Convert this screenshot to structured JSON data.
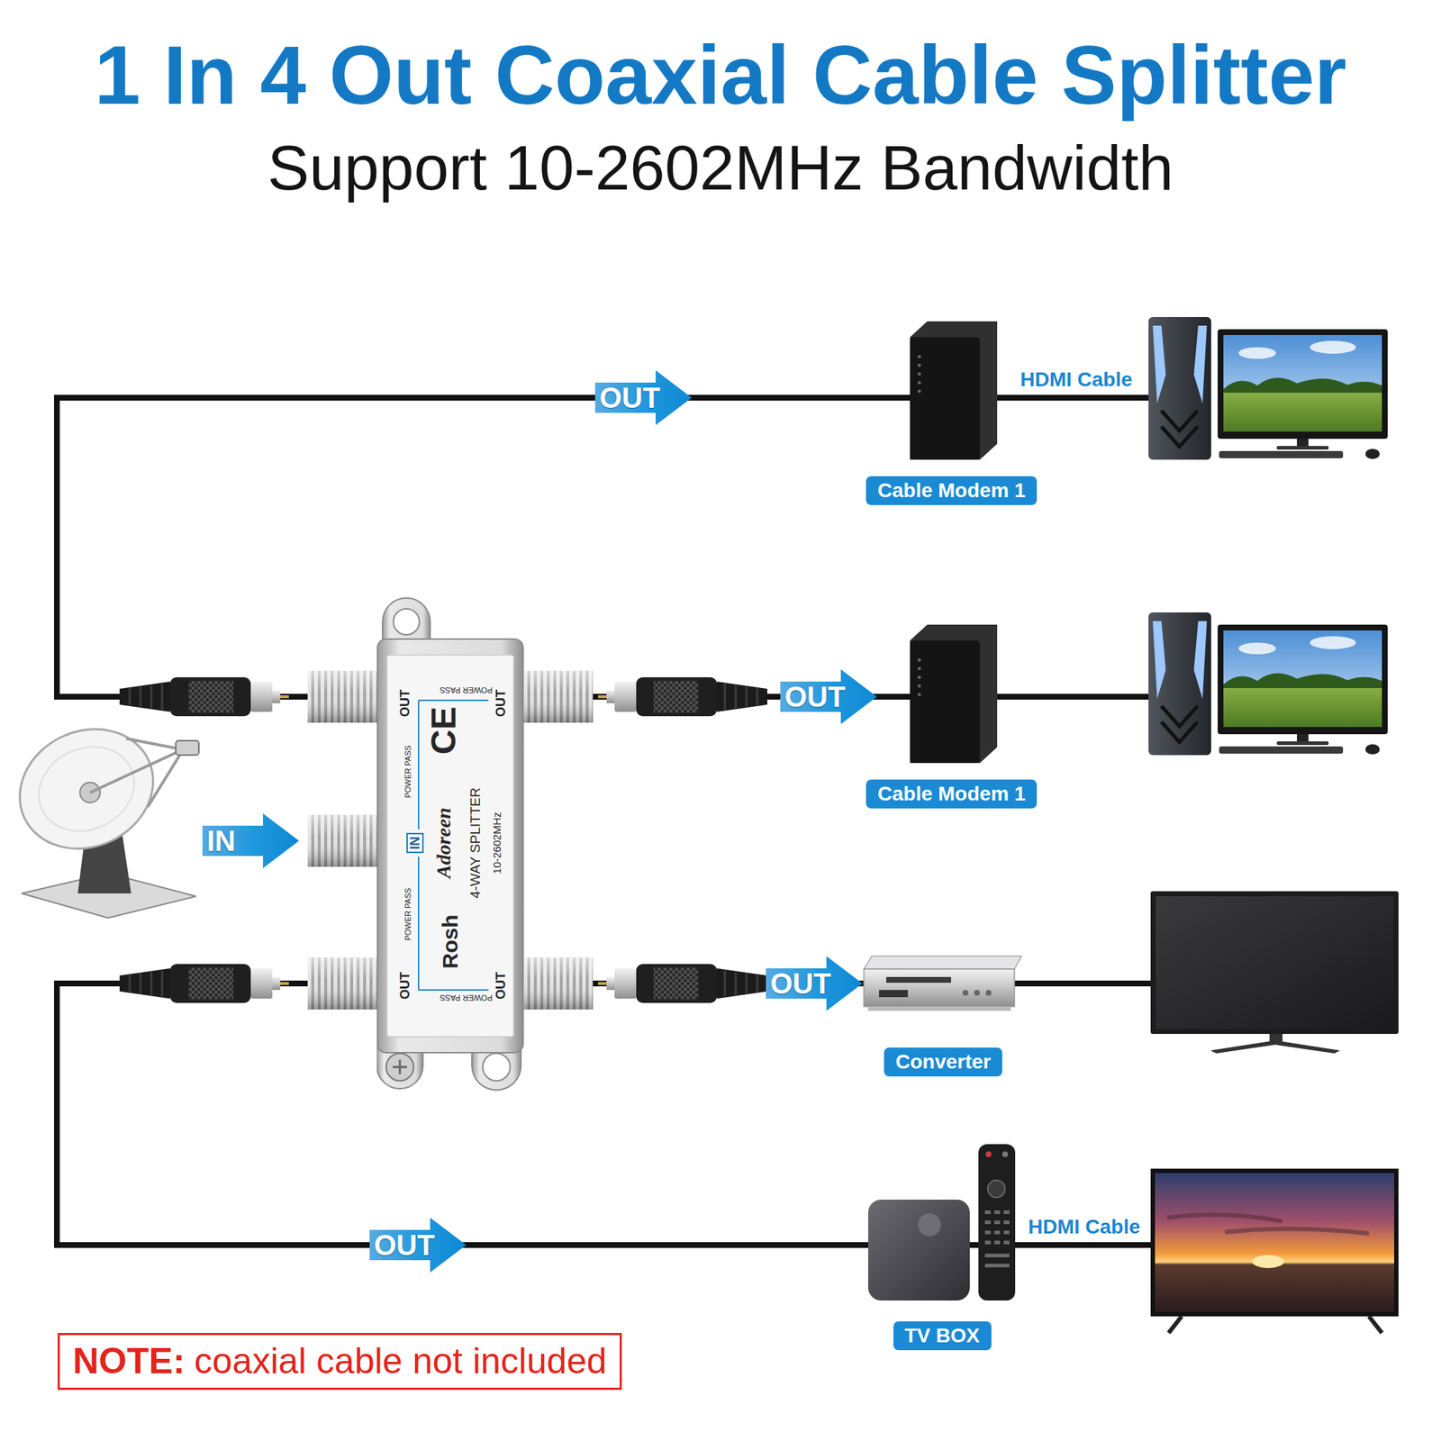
{
  "diagram": {
    "title": "1 In 4 Out Coaxial Cable Splitter",
    "nodes": [
      {
        "text": [
          "Cable Modem 1"
        ]
      },
      {
        "text": [
          "OUT",
          "POWER PASS",
          "OUT",
          "POWER PASS",
          "CE",
          "IN",
          "Adoreen",
          "4-WAY SPLITTER",
          "10-2602MHz",
          "POWER PASS",
          "Rosh",
          "OUT",
          "POWER PASS",
          "OUT"
        ]
      },
      {
        "text": [
          "Cable Modem 1"
        ]
      },
      {
        "text": [
          "Converter"
        ]
      },
      {
        "text": [
          "TV BOX"
        ]
      },
      {
        "text": [
          "NOTE:",
          "coaxial cable not included"
        ]
      }
    ],
    "edges": [
      {
        "from": 1,
        "to": 0,
        "arrow": "none",
        "label": "OUT"
      },
      {
        "from": 1,
        "to": 2,
        "arrow": "none",
        "label": "OUT"
      },
      {
        "from": 1,
        "to": 3,
        "arrow": "none",
        "label": "OUT"
      },
      {
        "from": 1,
        "to": 4,
        "arrow": "none",
        "label": "OUT"
      }
    ],
    "labels": [
      "Support 10-2602MHz Bandwidth",
      "HDMI Cable",
      "IN",
      "HDMI Cable"
    ]
  }
}
